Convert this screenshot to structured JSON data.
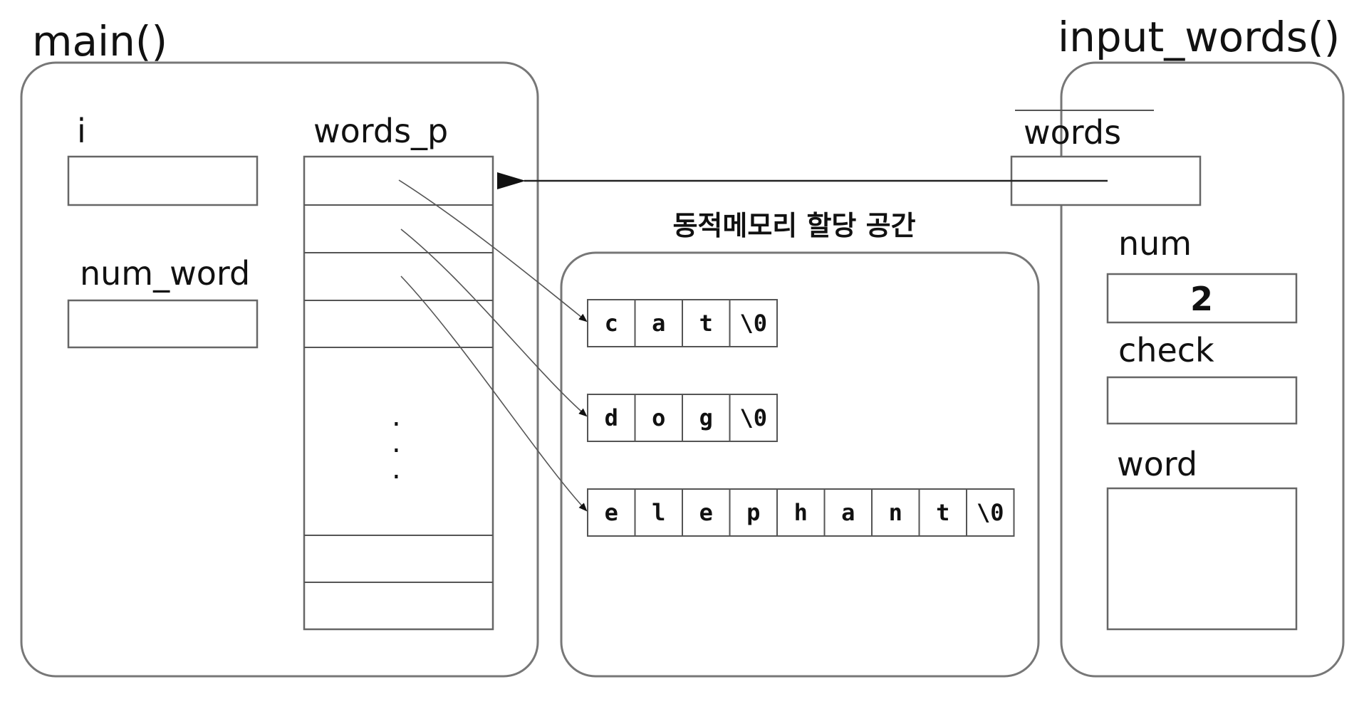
{
  "frames": {
    "main": {
      "title": "main()",
      "vars": {
        "i": "i",
        "num_word": "num_word",
        "words_p": "words_p"
      }
    },
    "input_words": {
      "title": "input_words()",
      "vars": {
        "words": "words",
        "num": "num",
        "check": "check",
        "word": "word"
      },
      "values": {
        "num": "2"
      }
    },
    "heap": {
      "title": "동적메모리 할당 공간"
    }
  },
  "strings": [
    {
      "chars": [
        "c",
        "a",
        "t",
        "\\0"
      ]
    },
    {
      "chars": [
        "d",
        "o",
        "g",
        "\\0"
      ]
    },
    {
      "chars": [
        "e",
        "l",
        "e",
        "p",
        "h",
        "a",
        "n",
        "t",
        "\\0"
      ]
    }
  ],
  "ellipsis": ".\n.\n.",
  "colors": {
    "line": "#555555",
    "frame": "#777777",
    "text": "#111111"
  }
}
